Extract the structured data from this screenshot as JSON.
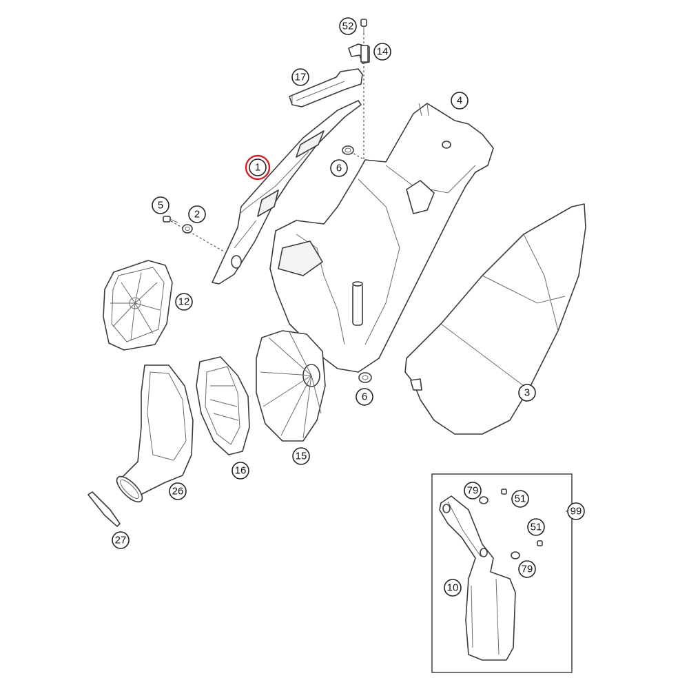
{
  "callouts": {
    "c52": "52",
    "c14": "14",
    "c17": "17",
    "c4": "4",
    "c1": "1",
    "c6a": "6",
    "c6b": "6",
    "c5": "5",
    "c2": "2",
    "c12": "12",
    "c3": "3",
    "c15": "15",
    "c16": "16",
    "c26": "26",
    "c27": "27",
    "c79a": "79",
    "c51a": "51",
    "c99": "99",
    "c51b": "51",
    "c79b": "79",
    "c10": "10"
  },
  "highlight": {
    "selected_callout": "1",
    "color": "#d81e2a"
  },
  "colors": {
    "line": "#3a3a3a",
    "fill": "#ffffff"
  }
}
